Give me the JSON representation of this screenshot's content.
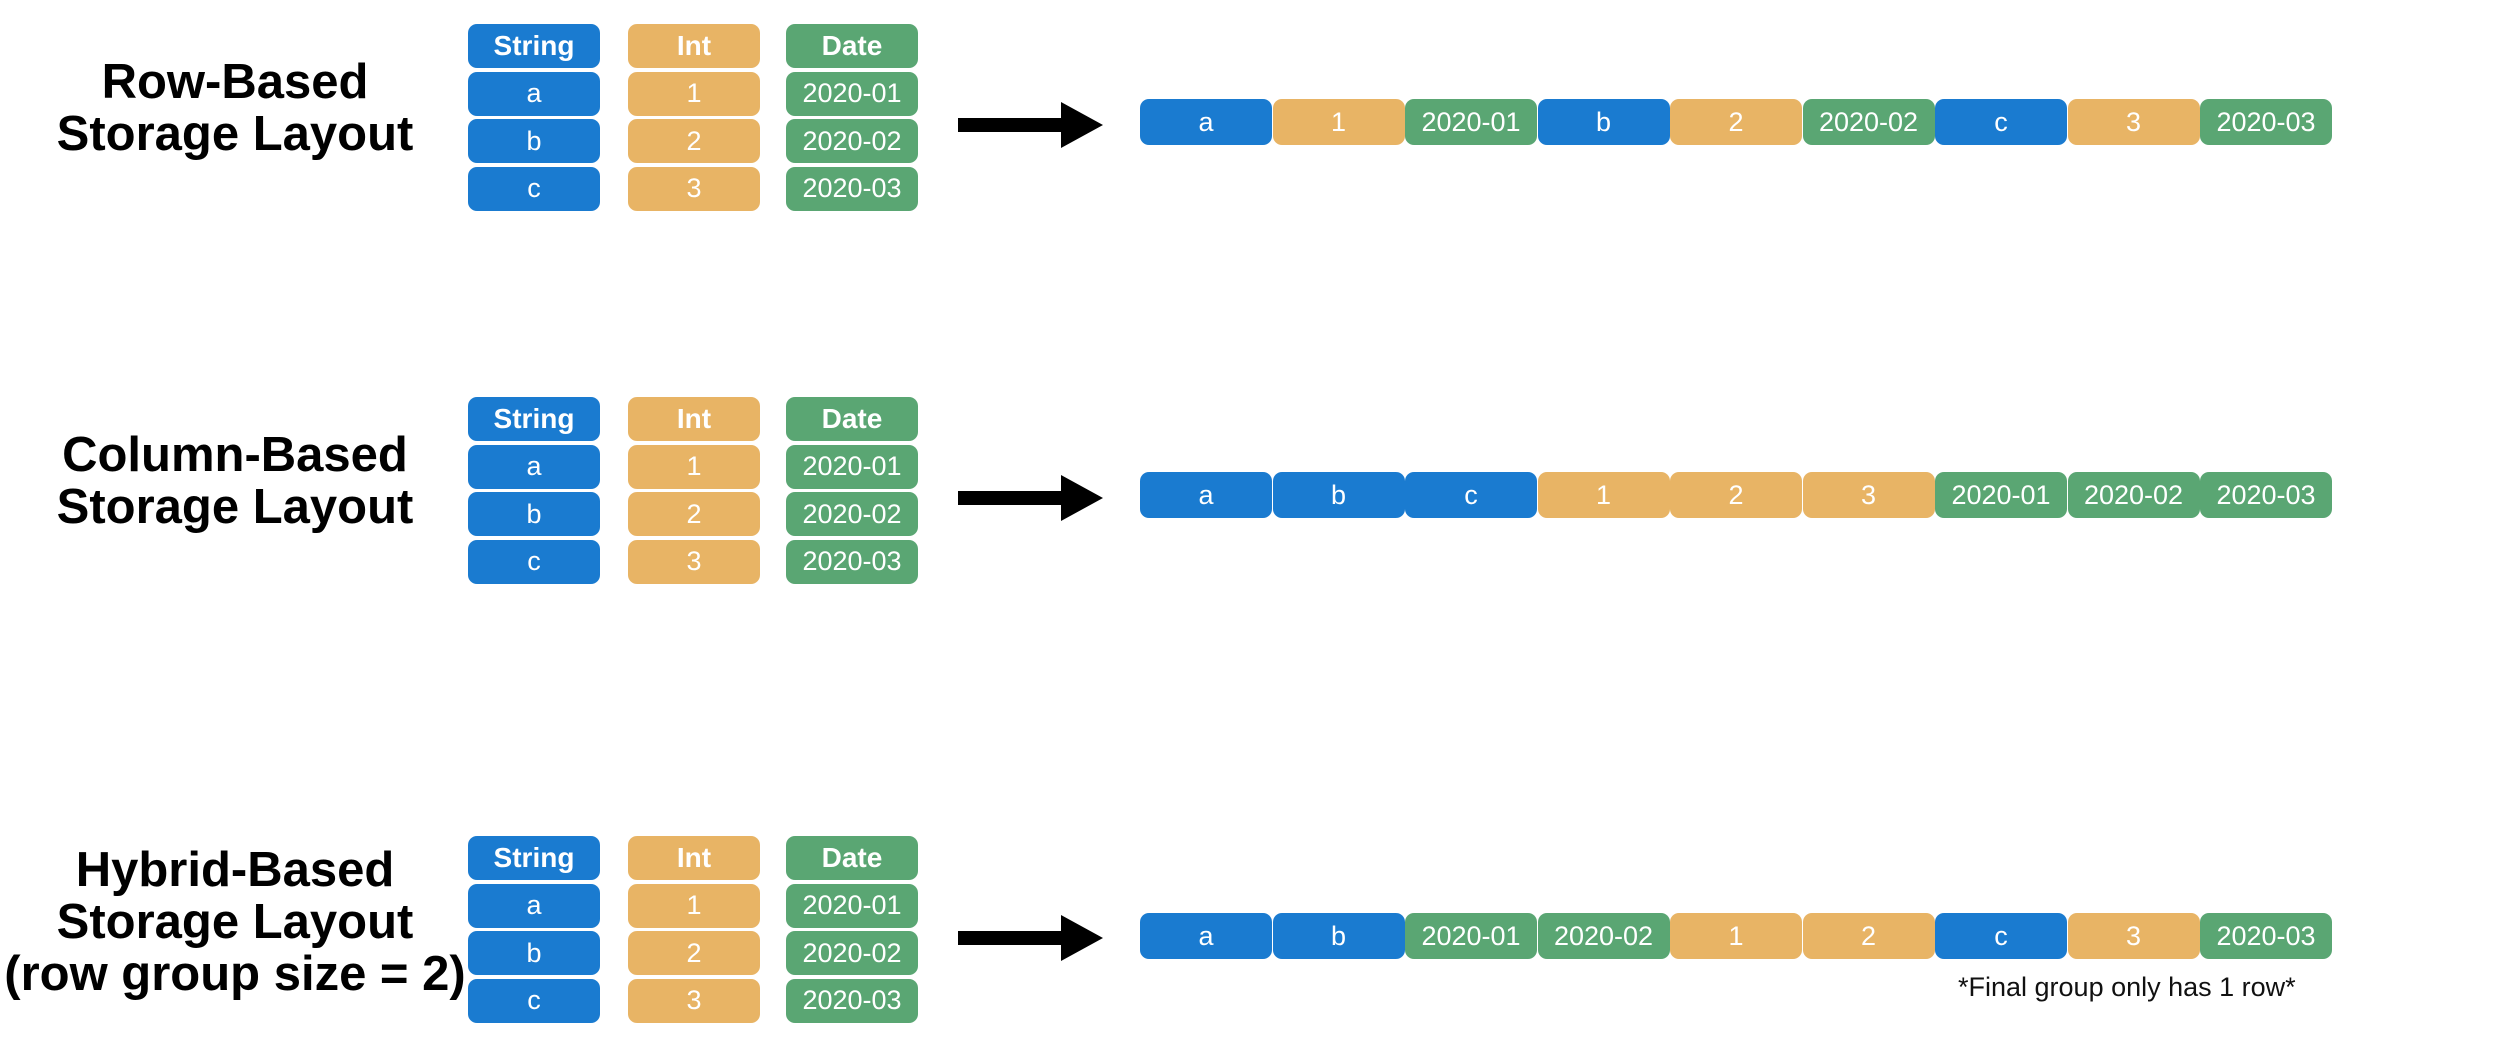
{
  "colors": {
    "string": "#1a7bd0",
    "int": "#e8b465",
    "date": "#5aa673",
    "arrow": "#000000"
  },
  "sections": [
    {
      "id": "row",
      "title_lines": [
        "Row-Based",
        "Storage Layout"
      ],
      "headers": [
        "String",
        "Int",
        "Date"
      ],
      "rows": [
        [
          "a",
          "1",
          "2020-01"
        ],
        [
          "b",
          "2",
          "2020-02"
        ],
        [
          "c",
          "3",
          "2020-03"
        ]
      ],
      "strip": [
        {
          "text": "a",
          "type": "string"
        },
        {
          "text": "1",
          "type": "int"
        },
        {
          "text": "2020-01",
          "type": "date"
        },
        {
          "text": "b",
          "type": "string"
        },
        {
          "text": "2",
          "type": "int"
        },
        {
          "text": "2020-02",
          "type": "date"
        },
        {
          "text": "c",
          "type": "string"
        },
        {
          "text": "3",
          "type": "int"
        },
        {
          "text": "2020-03",
          "type": "date"
        }
      ]
    },
    {
      "id": "column",
      "title_lines": [
        "Column-Based",
        "Storage Layout"
      ],
      "headers": [
        "String",
        "Int",
        "Date"
      ],
      "rows": [
        [
          "a",
          "1",
          "2020-01"
        ],
        [
          "b",
          "2",
          "2020-02"
        ],
        [
          "c",
          "3",
          "2020-03"
        ]
      ],
      "strip": [
        {
          "text": "a",
          "type": "string"
        },
        {
          "text": "b",
          "type": "string"
        },
        {
          "text": "c",
          "type": "string"
        },
        {
          "text": "1",
          "type": "int"
        },
        {
          "text": "2",
          "type": "int"
        },
        {
          "text": "3",
          "type": "int"
        },
        {
          "text": "2020-01",
          "type": "date"
        },
        {
          "text": "2020-02",
          "type": "date"
        },
        {
          "text": "2020-03",
          "type": "date"
        }
      ]
    },
    {
      "id": "hybrid",
      "title_lines": [
        "Hybrid-Based",
        "Storage Layout",
        "(row group size = 2)"
      ],
      "headers": [
        "String",
        "Int",
        "Date"
      ],
      "rows": [
        [
          "a",
          "1",
          "2020-01"
        ],
        [
          "b",
          "2",
          "2020-02"
        ],
        [
          "c",
          "3",
          "2020-03"
        ]
      ],
      "strip": [
        {
          "text": "a",
          "type": "string"
        },
        {
          "text": "b",
          "type": "string"
        },
        {
          "text": "2020-01",
          "type": "date"
        },
        {
          "text": "2020-02",
          "type": "date"
        },
        {
          "text": "1",
          "type": "int"
        },
        {
          "text": "2",
          "type": "int"
        },
        {
          "text": "c",
          "type": "string"
        },
        {
          "text": "3",
          "type": "int"
        },
        {
          "text": "2020-03",
          "type": "date"
        }
      ],
      "note": "*Final group only has 1 row*"
    }
  ]
}
